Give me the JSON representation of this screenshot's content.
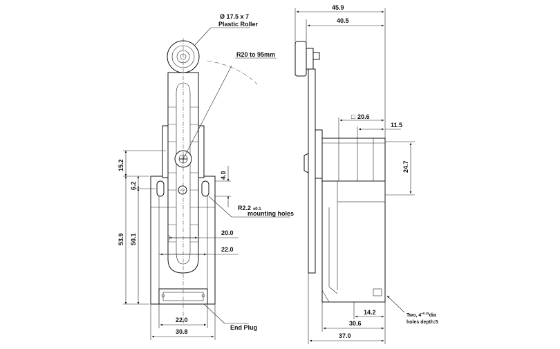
{
  "labels": {
    "roller_spec": "Ø 17.5  x 7",
    "roller_name": "Plastic Roller",
    "radius": "R20 to 95mm",
    "hole_radius": "R2.2",
    "hole_tol": "±0.1",
    "hole_name": "mounting holes",
    "end_plug": "End Plug",
    "two_holes_a": "Two, 4",
    "two_holes_sup": "+0.15",
    "two_holes_b": "dia",
    "two_holes_c": "holes depth:5"
  },
  "dims": {
    "d45_9": "45.9",
    "d40_5": "40.5",
    "d20_6": "20.6",
    "d20_6_box": "□",
    "d11_5": "11.5",
    "d24_7": "24.7",
    "d15_2": "15.2",
    "d6_2": "6.2",
    "d4_0": "4.0",
    "d53_9": "53.9",
    "d50_1": "50.1",
    "d20_0": "20.0",
    "d22_0a": "22.0",
    "d22_0b": "22.0",
    "d30_8": "30.8",
    "d14_2": "14.2",
    "d30_6": "30.6",
    "d37_0": "37.0"
  }
}
